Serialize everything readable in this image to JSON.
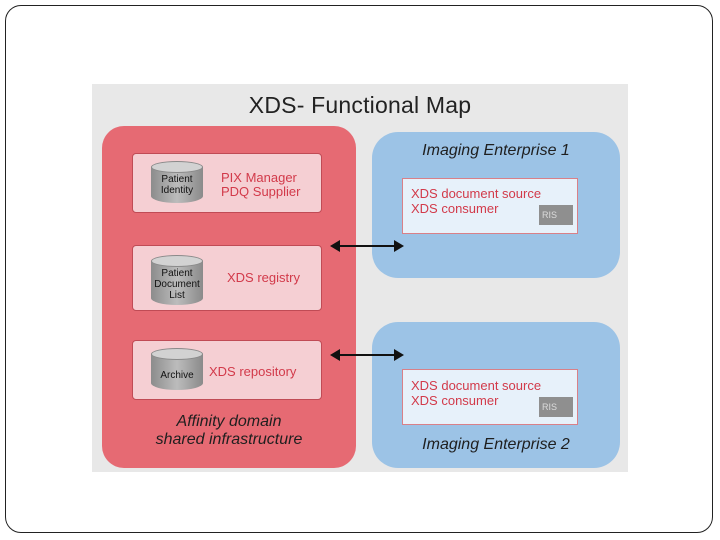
{
  "diagram": {
    "title": "XDS- Functional Map",
    "affinity_domain": {
      "label_line1": "Affinity domain",
      "label_line2": "shared infrastructure",
      "components": [
        {
          "cylinder_lines": [
            "Patient",
            "Identity"
          ],
          "label_lines": [
            "PIX Manager",
            "PDQ Supplier"
          ]
        },
        {
          "cylinder_lines": [
            "Patient",
            "Document",
            "List"
          ],
          "label_lines": [
            "XDS registry"
          ]
        },
        {
          "cylinder_lines": [
            "Archive"
          ],
          "label_lines": [
            "XDS repository"
          ]
        }
      ]
    },
    "enterprises": [
      {
        "title": "Imaging Enterprise 1",
        "doc_source": "XDS document source",
        "doc_consumer": "XDS consumer",
        "ris": "RIS"
      },
      {
        "title": "Imaging Enterprise 2",
        "doc_source": "XDS document source",
        "doc_consumer": "XDS consumer",
        "ris": "RIS"
      }
    ],
    "colors": {
      "affinity_fill": "#e66a73",
      "enterprise_fill": "#9cc3e6",
      "component_fill": "#f5cfd3",
      "label_red": "#d23a4a"
    }
  }
}
